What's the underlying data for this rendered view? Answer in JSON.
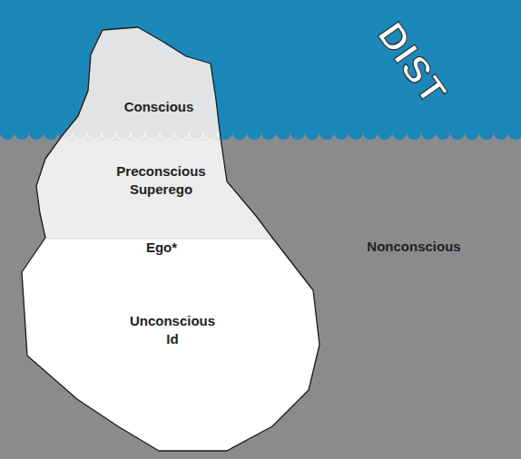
{
  "diagram": {
    "nodes": [
      {
        "text": [
          "Conscious"
        ]
      },
      {
        "text": [
          "Preconscious",
          "Superego"
        ]
      },
      {
        "text": [
          "Unconscious",
          "Id"
        ]
      }
    ],
    "labels": [
      "Ego*",
      "Nonconscious",
      "DIST"
    ]
  }
}
